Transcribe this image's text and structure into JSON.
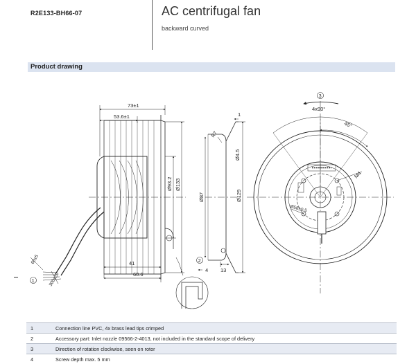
{
  "header": {
    "model": "R2E133-BH66-07",
    "title": "AC centrifugal fan",
    "subtitle": "backward curved"
  },
  "section": {
    "label": "Product drawing"
  },
  "drawing": {
    "dims": {
      "d73": "73±1",
      "d53": "53.6±1",
      "d41": "41",
      "d60": "60.6",
      "d93": "Ø93.2",
      "d133": "Ø133",
      "d60cable": "60±5",
      "d300": "300±20",
      "d1": "1",
      "d13": "13",
      "d4": "4",
      "r7": "R7",
      "d45": "Ø4.5",
      "d87": "Ø87",
      "d129": "Ø129",
      "a4x90": "4x90°",
      "a45": "45°",
      "m4": "M4",
      "d58": "Ø58±0.5"
    },
    "callouts": {
      "c1": "1",
      "c2": "2",
      "c3": "3"
    }
  },
  "notes": [
    {
      "num": "1",
      "text": "Connection line PVC, 4x brass lead tips crimped"
    },
    {
      "num": "2",
      "text": "Accessory part: Inlet nozzle 09566-2-4013, not included in the standard scope of delivery"
    },
    {
      "num": "3",
      "text": "Direction of rotation clockwise, seen on rotor"
    },
    {
      "num": "4",
      "text": "Screw depth max. 5 mm"
    }
  ]
}
